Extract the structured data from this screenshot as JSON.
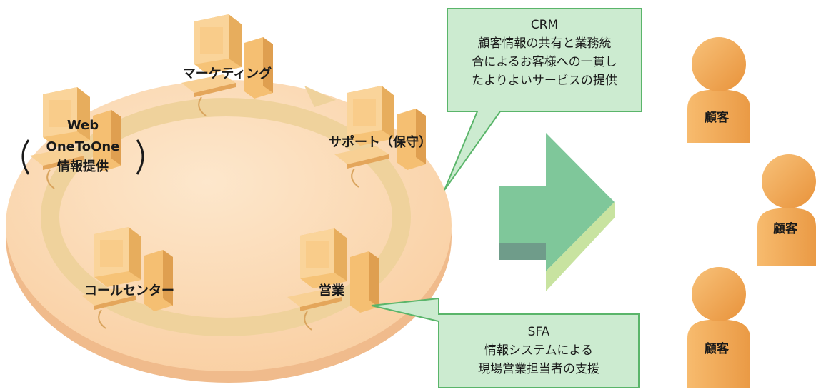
{
  "ring_nodes": {
    "marketing": "マーケティング",
    "web_line1": "Web",
    "web_line2": "OneToOne",
    "web_line3": "情報提供",
    "support": "サポート（保守）",
    "call_center": "コールセンター",
    "sales": "営業"
  },
  "callouts": {
    "crm": {
      "title": "CRM",
      "lines": [
        "顧客情報の共有と業務統",
        "合によるお客様への一貫し",
        "たよりよいサービスの提供"
      ]
    },
    "sfa": {
      "title": "SFA",
      "lines": [
        "情報システムによる",
        "現場営業担当者の支援"
      ]
    }
  },
  "customers": [
    "顧客",
    "顧客",
    "顧客"
  ],
  "colors": {
    "disk_top": "#fbdcb6",
    "disk_side": "#f3c49a",
    "ring_track": "#efd39e",
    "computer": "#f7c87c",
    "callout_fill": "#ccebd0",
    "callout_border": "#5ab56a",
    "arrow_face": "#7fc79a",
    "customer": "#f1a64a"
  }
}
